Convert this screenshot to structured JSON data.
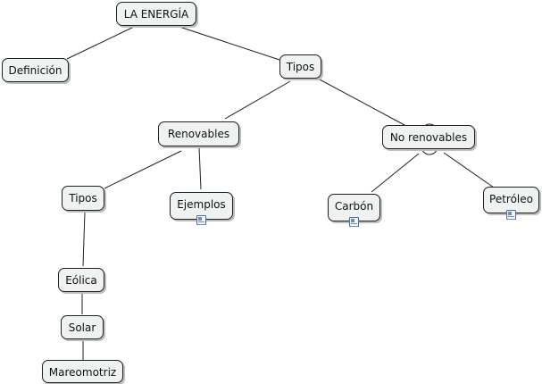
{
  "map": {
    "root": "LA ENERGÍA",
    "definicion": "Definición",
    "tipos": "Tipos",
    "renovables": "Renovables",
    "no_renovables": "No renovables",
    "tipos_renovables": "Tipos",
    "ejemplos": "Ejemplos",
    "carbon": "Carbón",
    "petroleo": "Petróleo",
    "eolica": "Eólica",
    "solar": "Solar",
    "mareomotriz": "Mareomotriz"
  },
  "icons": {
    "resource": "document-icon",
    "collapse": "collapse-circle-icon"
  },
  "colors": {
    "node_fill": "#eef3f2",
    "node_border": "#1f1f1f",
    "line": "#1f1f1f"
  }
}
